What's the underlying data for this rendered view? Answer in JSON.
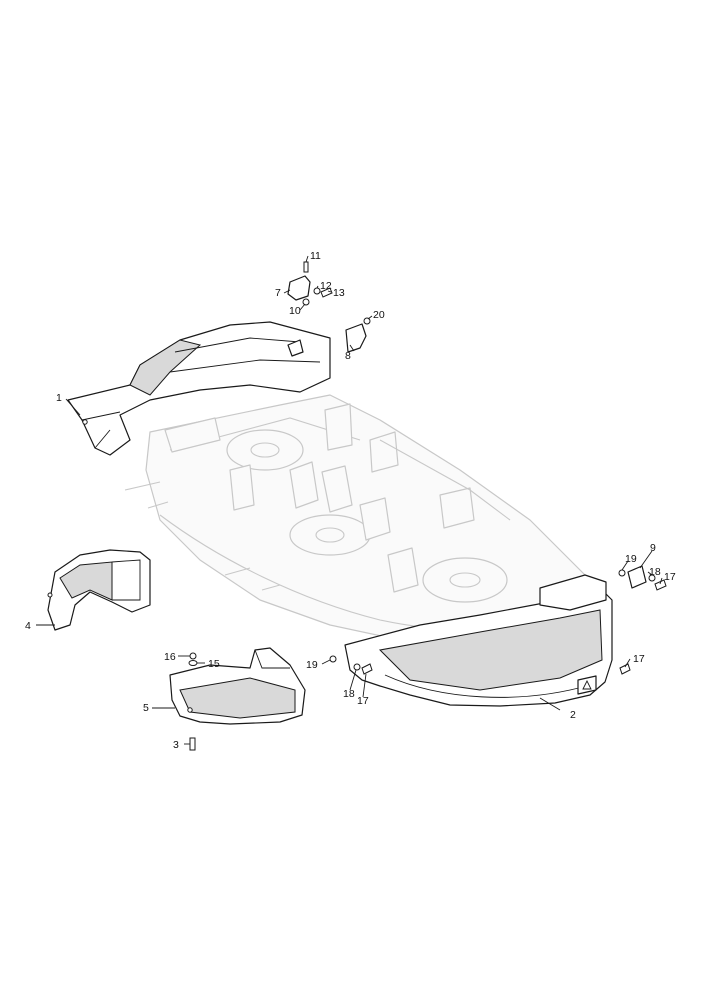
{
  "callouts": [
    {
      "id": "c1",
      "text": "1"
    },
    {
      "id": "c2",
      "text": "2"
    },
    {
      "id": "c3",
      "text": "3"
    },
    {
      "id": "c4",
      "text": "4"
    },
    {
      "id": "c5",
      "text": "5"
    },
    {
      "id": "c7",
      "text": "7"
    },
    {
      "id": "c8",
      "text": "8"
    },
    {
      "id": "c9",
      "text": "9"
    },
    {
      "id": "c10",
      "text": "10"
    },
    {
      "id": "c11",
      "text": "11"
    },
    {
      "id": "c12",
      "text": "12"
    },
    {
      "id": "c13",
      "text": "13"
    },
    {
      "id": "c15",
      "text": "15"
    },
    {
      "id": "c16",
      "text": "16"
    },
    {
      "id": "c17a",
      "text": "17"
    },
    {
      "id": "c17b",
      "text": "17"
    },
    {
      "id": "c17c",
      "text": "17"
    },
    {
      "id": "c18a",
      "text": "18"
    },
    {
      "id": "c18b",
      "text": "18"
    },
    {
      "id": "c19a",
      "text": "19"
    },
    {
      "id": "c19b",
      "text": "19"
    },
    {
      "id": "c20",
      "text": "20"
    }
  ]
}
